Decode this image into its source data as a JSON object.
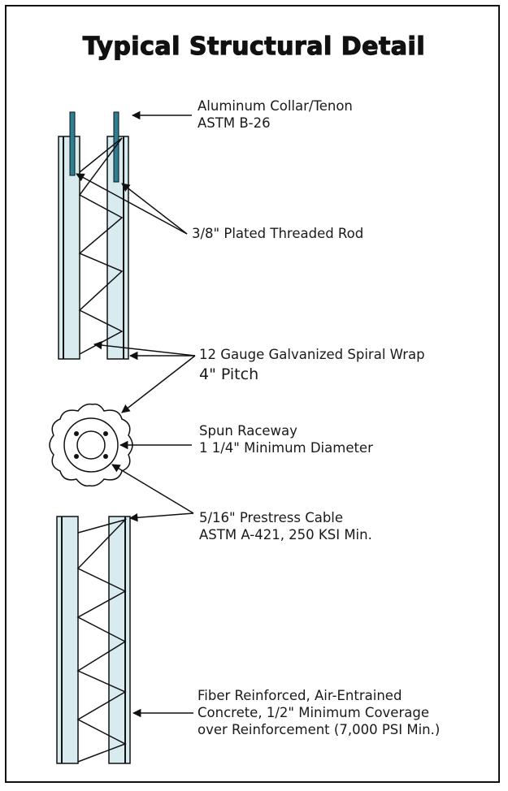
{
  "title": "Typical Structural Detail",
  "labels": {
    "collar": [
      "Aluminum Collar/Tenon",
      "ASTM B-26"
    ],
    "rod": [
      "3/8\" Plated Threaded Rod"
    ],
    "spiral": [
      "12 Gauge Galvanized Spiral Wrap",
      "4\" Pitch"
    ],
    "raceway": [
      "Spun Raceway",
      "1 1/4\" Minimum Diameter"
    ],
    "cable": [
      "5/16\" Prestress Cable",
      "ASTM A-421, 250 KSI Min."
    ],
    "concrete": [
      "Fiber Reinforced, Air-Entrained",
      "Concrete, 1/2\" Minimum Coverage",
      "over Reinforcement (7,000 PSI Min.)"
    ]
  },
  "colors": {
    "concrete_fill": "#d8ecf0",
    "cable": "#2d7f93",
    "line": "#111111"
  }
}
